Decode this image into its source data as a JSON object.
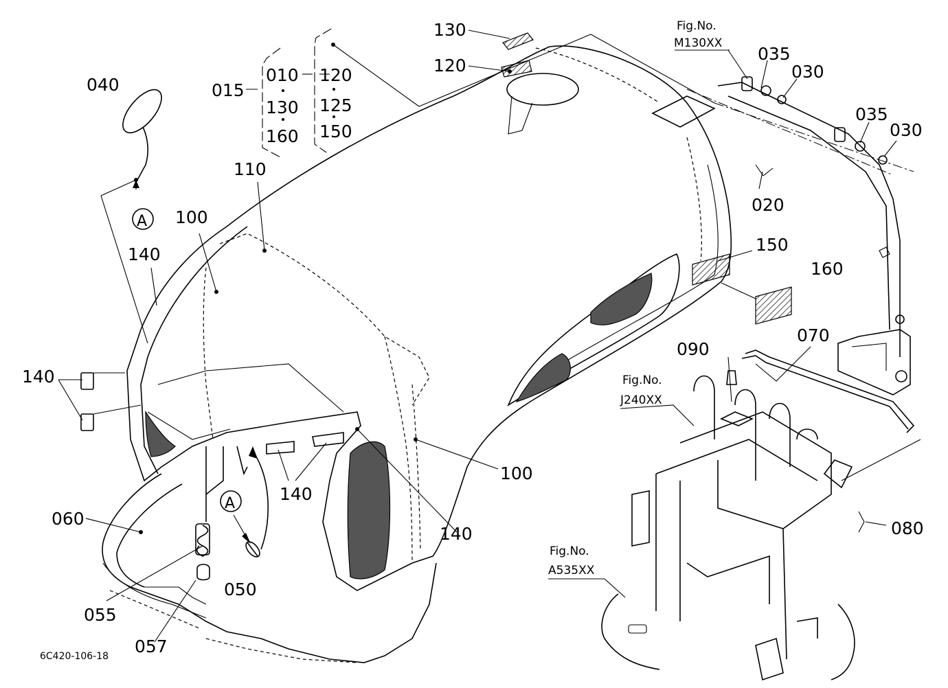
{
  "labels": {
    "p010": "010",
    "p015": "015",
    "p020": "020",
    "p030a": "030",
    "p030b": "030",
    "p035a": "035",
    "p035b": "035",
    "p040": "040",
    "p050": "050",
    "p055": "055",
    "p057": "057",
    "p060": "060",
    "p070": "070",
    "p080": "080",
    "p090": "090",
    "p100a": "100",
    "p100b": "100",
    "p110": "110",
    "p120": "120",
    "p120b": "120",
    "p125": "125",
    "p130": "130",
    "p130b": "130",
    "p140a": "140",
    "p140b": "140",
    "p140c": "140",
    "p140d": "140",
    "p150": "150",
    "p150b": "150",
    "p160": "160",
    "p160b": "160"
  },
  "markers": {
    "a1": "A",
    "a2": "A"
  },
  "figrefs": {
    "fig_label": "Fig.No.",
    "m130": "M130XX",
    "j240": "J240XX",
    "a535": "A535XX"
  },
  "drawing_code": "6C420-106-18"
}
